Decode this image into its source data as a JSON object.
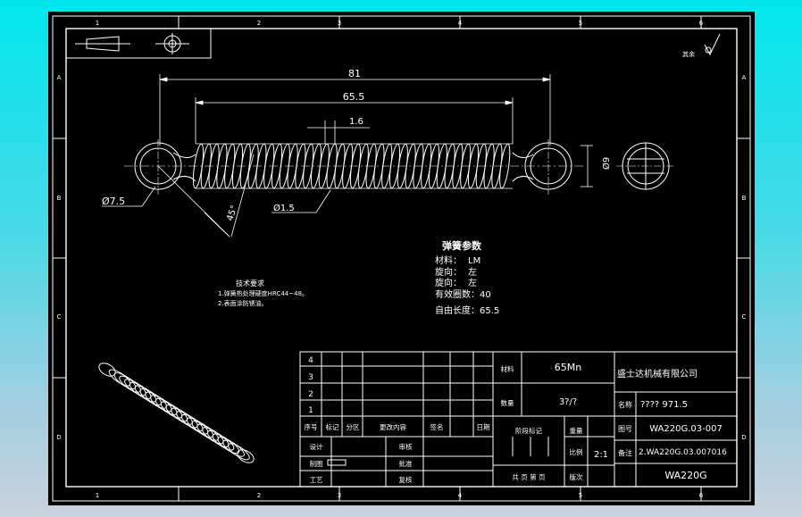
{
  "sheet": {
    "zone_numbers_top": [
      "1",
      "2",
      "3",
      "4",
      "5",
      "6"
    ],
    "zone_numbers_bottom": [
      "1",
      "2",
      "3",
      "4",
      "5",
      "6"
    ],
    "zone_letters": [
      "A",
      "B",
      "C",
      "D"
    ]
  },
  "surface_finish": {
    "label": "其余"
  },
  "dimensions": {
    "overall_length": "81",
    "body_length": "65.5",
    "pitch": "1.6",
    "loop_diameter": "Ø7.5",
    "outer_diameter": "Ø9",
    "wire_diameter": "Ø1.5",
    "hook_angle": "45°"
  },
  "spring_params": {
    "title": "弹簧参数",
    "rows": [
      {
        "label": "材料：",
        "value": "LM"
      },
      {
        "label": "旋向：",
        "value": "左"
      },
      {
        "label": "旋向：",
        "value": "左"
      },
      {
        "label": "有效圈数：",
        "value": "40"
      },
      {
        "label": "自由长度：",
        "value": "65.5"
      }
    ]
  },
  "tech_requirements": {
    "title": "技术要求",
    "lines": [
      "1.弹簧热处理硬度HRC44~48。",
      "2.表面涂防锈油。"
    ]
  },
  "title_block": {
    "revision_numbers": [
      "4",
      "3",
      "2",
      "1"
    ],
    "revision_headers": [
      "序号",
      "标记",
      "分区",
      "更改内容",
      "签名",
      "日期"
    ],
    "role_labels": [
      "设计",
      "制图",
      "工艺"
    ],
    "review_labels": [
      "审核",
      "批准",
      "复核"
    ],
    "material_label": "材料",
    "material_value": "65Mn",
    "quantity_label": "数量",
    "quantity_value": "3?/?",
    "stage_label": "阶段标记",
    "weight_label": "重量",
    "scale_label": "比例",
    "scale_value": "2:1",
    "sheets_label": "共 页 第 页",
    "version_label": "版次",
    "company": "盛士达机械有限公司",
    "field_labels": [
      "名称",
      "图号",
      "备注"
    ],
    "code_line": "???? 971.5",
    "drawing_no": "WA220G.03-007",
    "assembly_no": "2.WA220G.03.007016",
    "model": "WA220G"
  }
}
